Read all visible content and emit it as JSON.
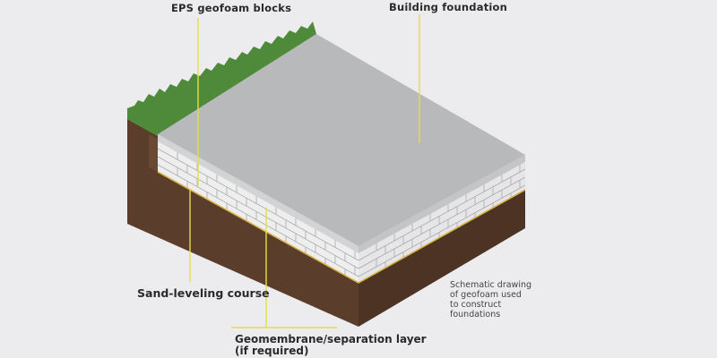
{
  "labels": {
    "eps": "EPS geofoam blocks",
    "foundation": "Building foundation",
    "sand": "Sand-leveling course",
    "geomembrane_line1": "Geomembrane/separation layer",
    "geomembrane_line2": "(if required)"
  },
  "caption": [
    "Schematic drawing",
    "of geofoam used",
    "to construct",
    "foundations"
  ],
  "colors": {
    "background": "#ececee",
    "soil": "#5a3d2b",
    "soil_dark": "#4a3122",
    "grass": "#4f8a3a",
    "slab_top": "#b8b9bb",
    "slab_edge": "#d2d3d5",
    "foam": "#eeeeef",
    "foam_joint": "#a9a9ab",
    "leader": "#e3dd4e",
    "sand_line": "#d8b44a"
  }
}
